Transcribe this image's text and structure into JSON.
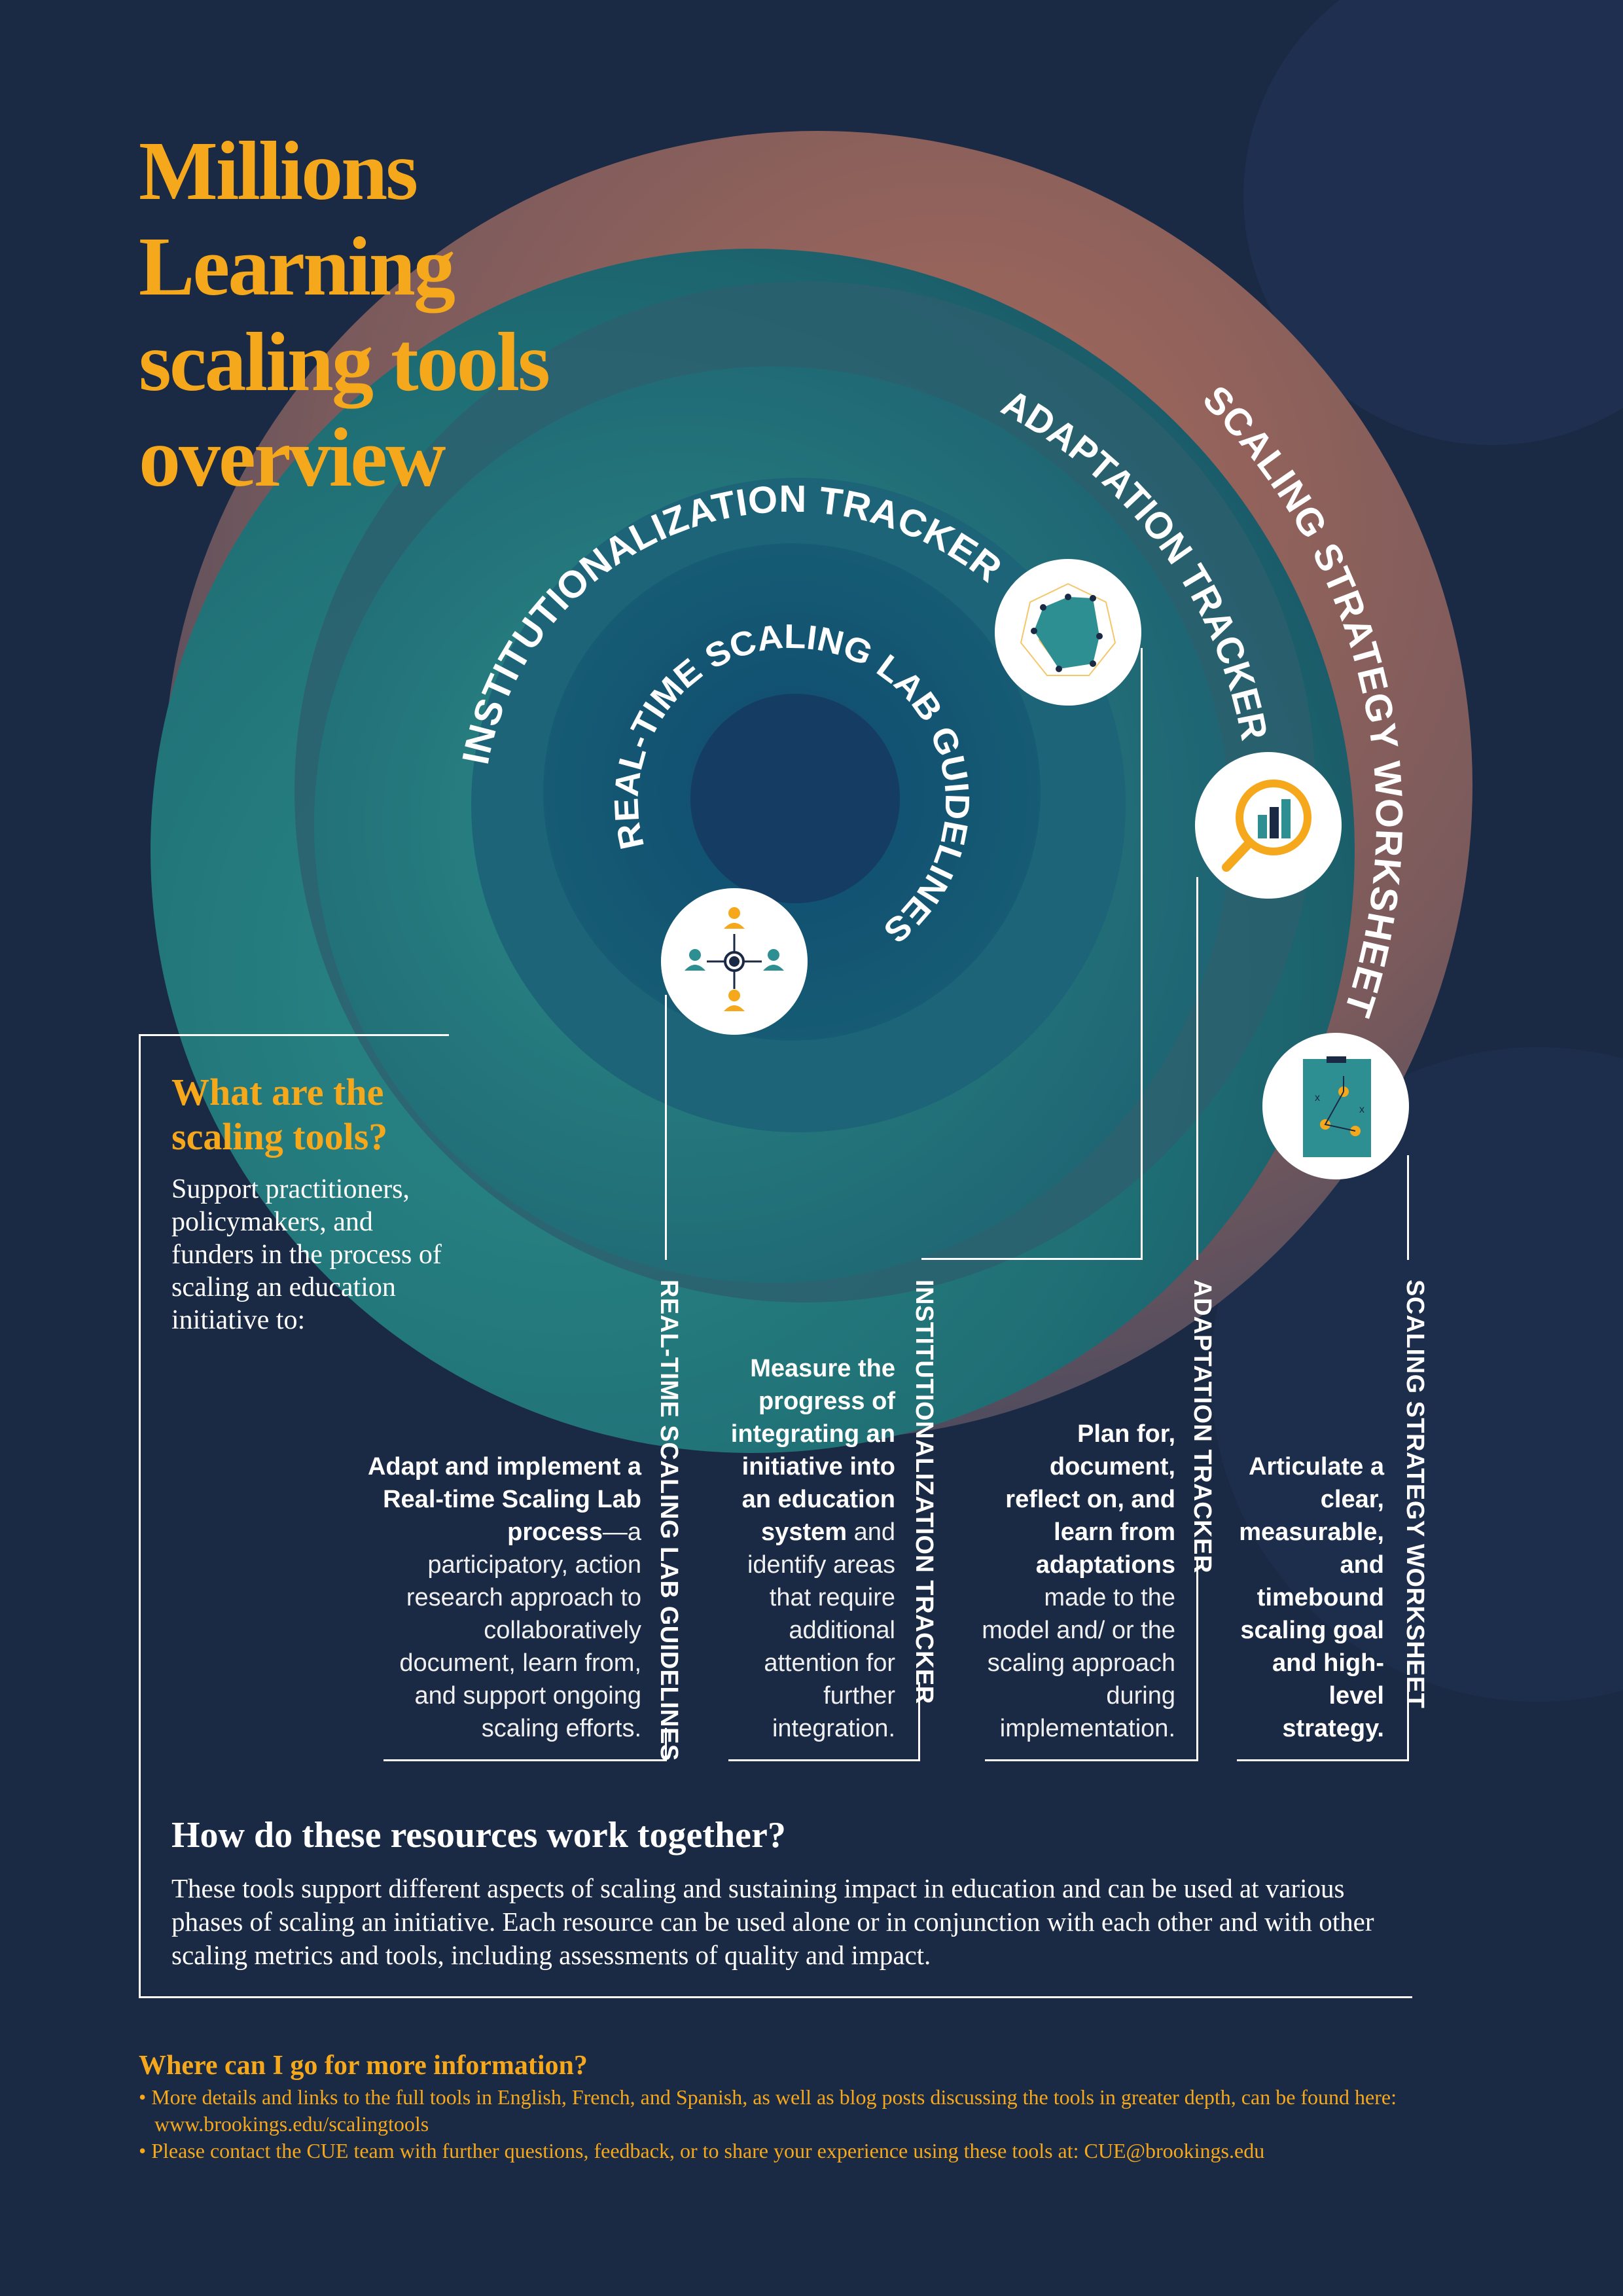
{
  "title_lines": [
    "Millions",
    "Learning",
    "scaling tools",
    "overview"
  ],
  "what": {
    "heading": "What are the scaling tools?",
    "body": "Support practitioners, policymakers, and funders in the process of scaling an education initiative to:"
  },
  "tools": [
    {
      "name": "REAL-TIME SCALING LAB GUIDELINES",
      "bold": "Adapt and implement a Real-time Scaling Lab process",
      "normal": "—a participatory, action research approach to collaboratively document, learn from, and support ongoing scaling efforts.",
      "icon": "collaboration-people-icon"
    },
    {
      "name": "INSTITUTIONALIZATION TRACKER",
      "bold": "Measure the progress of integrating an initiative into an education system",
      "normal": " and identify areas that require additional attention for further integration.",
      "icon": "radar-chart-icon"
    },
    {
      "name": "ADAPTATION TRACKER",
      "bold": "Plan for, document, reflect on, and learn from adaptations",
      "normal": " made to the model and/ or the scaling approach during implementation.",
      "icon": "magnifier-chart-icon"
    },
    {
      "name": "SCALING STRATEGY WORKSHEET",
      "bold": "Articulate a clear, measurable, and timebound scaling goal and high-level strategy.",
      "normal": "",
      "icon": "strategy-clipboard-icon"
    }
  ],
  "how": {
    "heading": "How do these resources work together?",
    "body": "These tools support different aspects of scaling and sustaining impact in education and can be used at various phases of scaling an initiative. Each resource can be used alone or in conjunction with each other and with other scaling metrics and tools, including assessments of quality and impact."
  },
  "more": {
    "heading": "Where can I go for more information?",
    "items": [
      "• More details and links to the full tools in English, French, and Spanish, as well as blog posts discussing the tools in greater depth, can be found here: www.brookings.edu/scalingtools",
      "• Please contact the CUE team with further questions, feedback, or to share your experience using these tools at: CUE@brookings.edu"
    ]
  },
  "colors": {
    "accent": "#f5a81c",
    "background": "#1a2944",
    "teal": "#2e8f92"
  }
}
